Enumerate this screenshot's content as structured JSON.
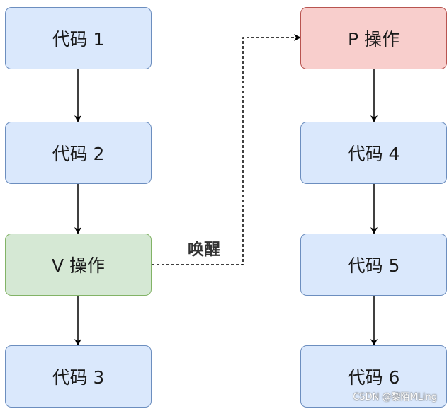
{
  "nodes": {
    "code1": "代码 1",
    "code2": "代码 2",
    "v_op": "V 操作",
    "code3": "代码 3",
    "p_op": "P 操作",
    "code4": "代码 4",
    "code5": "代码 5",
    "code6": "代码 6"
  },
  "edge_label": "唤醒",
  "watermark": "CSDN @黎陌MLing",
  "colors": {
    "code_fill": "#dae8fc",
    "code_border": "#6c8ebf",
    "v_fill": "#d5e8d4",
    "v_border": "#82b366",
    "p_fill": "#f8cecc",
    "p_border": "#b85450"
  }
}
